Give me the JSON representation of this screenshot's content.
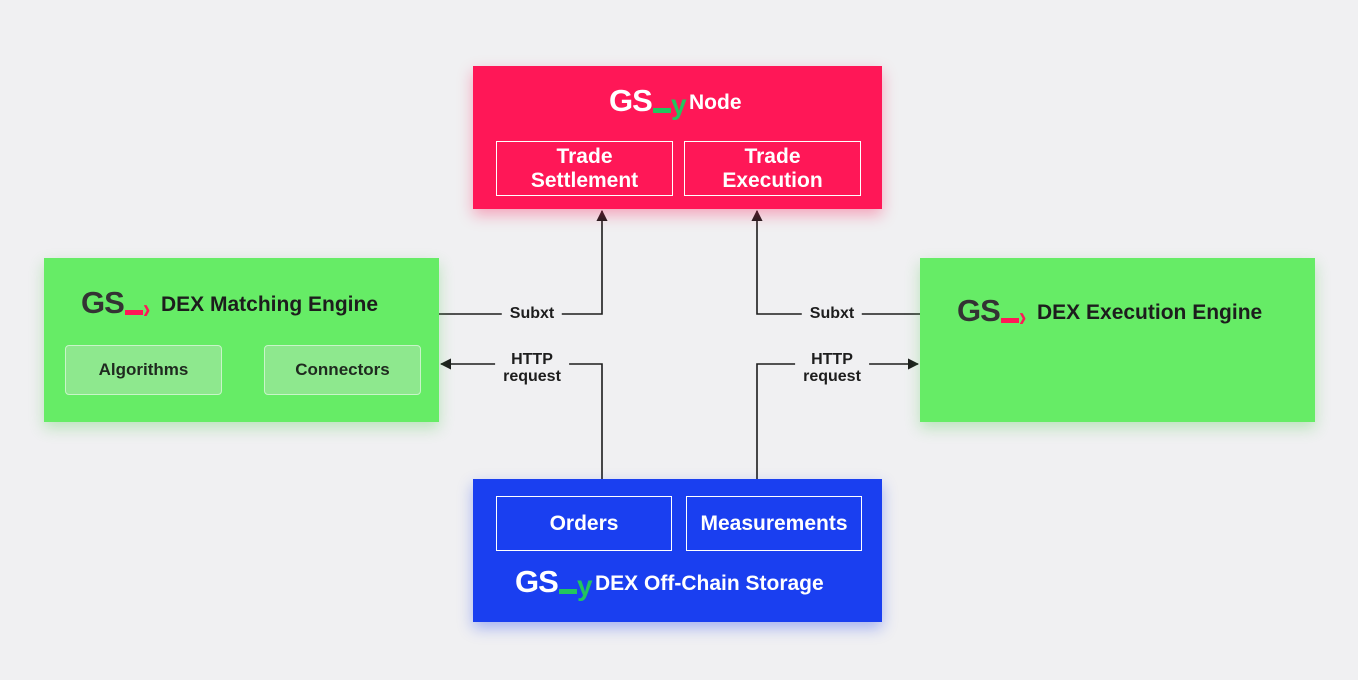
{
  "colors": {
    "background": "#f0f0f2",
    "node": "#ff1757",
    "engine": "#66ec66",
    "storage": "#1a3ff0",
    "logo_green": "#22c55e",
    "logo_pink": "#ff1757",
    "logo_dark": "#333333",
    "line": "#1d1d1d"
  },
  "logo": {
    "gs": "GS",
    "y": "y",
    "chevron": "›"
  },
  "node": {
    "title": "Node",
    "items": [
      "Trade\nSettlement",
      "Trade\nExecution"
    ]
  },
  "matching_engine": {
    "title": "DEX Matching Engine",
    "items": [
      "Algorithms",
      "Connectors"
    ]
  },
  "execution_engine": {
    "title": "DEX Execution Engine"
  },
  "storage": {
    "title": "DEX Off-Chain Storage",
    "items": [
      "Orders",
      "Measurements"
    ]
  },
  "connections": {
    "left_subxt": "Subxt",
    "left_http": [
      "HTTP",
      "request"
    ],
    "right_subxt": "Subxt",
    "right_http": [
      "HTTP",
      "request"
    ]
  }
}
